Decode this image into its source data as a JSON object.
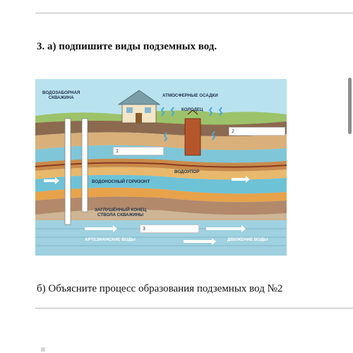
{
  "task_a": {
    "text": "3. а) подпишите виды подземных вод."
  },
  "diagram": {
    "labels": {
      "well_intake": "ВОДОЗАБОРНАЯ\nСКВАЖИНА",
      "precipitation": "АТМОСФЕРНЫЕ ОСАДКИ",
      "dug_well": "КОЛОДЕЦ",
      "aquitard": "ВОДОУПОР",
      "aquifer": "ВОДОНОСНЫЙ ГОРИЗОНТ",
      "plugged_end": "ЗАГЛУШЁННЫЙ КОНЕЦ\nСТВОЛА СКВАЖИНЫ",
      "artesian": "АРТЕЗИАНСКИЕ ВОДЫ",
      "water_movement": "ДВИЖЕНИЕ ВОДЫ"
    },
    "answer_boxes": [
      {
        "number": "1"
      },
      {
        "number": "2"
      },
      {
        "number": "3"
      }
    ]
  },
  "task_b": {
    "text": "б) Объясните процесс образования подземных вод №2"
  }
}
